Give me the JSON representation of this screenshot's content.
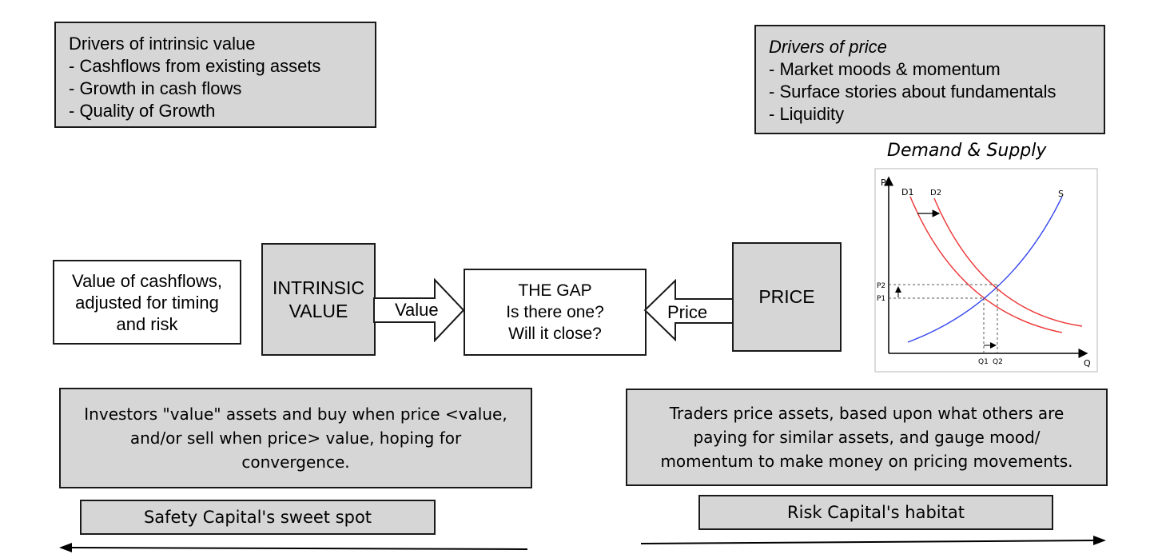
{
  "value_drivers": {
    "title": "Drivers of intrinsic value",
    "items": [
      "- Cashflows from existing assets",
      "- Growth in cash flows",
      "- Quality of Growth"
    ]
  },
  "price_drivers": {
    "title": "Drivers of price",
    "items": [
      "- Market moods & momentum",
      "- Surface stories about fundamentals",
      "- Liquidity"
    ]
  },
  "cashflow_box": {
    "lines": [
      "Value of cashflows,",
      "adjusted for timing",
      "and risk"
    ]
  },
  "intrinsic_box": {
    "lines": [
      "INTRINSIC",
      "VALUE"
    ]
  },
  "value_arrow": {
    "label": "Value"
  },
  "gap_box": {
    "lines": [
      "THE GAP",
      "Is there one?",
      "Will it close?"
    ]
  },
  "price_arrow": {
    "label": "Price"
  },
  "price_box": {
    "label": "PRICE"
  },
  "investors_box": {
    "lines": [
      "Investors \"value\" assets and buy when price <value,",
      "and/or sell when price> value,  hoping for",
      "convergence."
    ]
  },
  "traders_box": {
    "lines": [
      "Traders price assets, based upon what others are",
      "paying for similar assets, and gauge mood/",
      "momentum to make money on pricing movements."
    ]
  },
  "safety_box": {
    "label": "Safety Capital's sweet spot"
  },
  "risk_box": {
    "label": "Risk Capital's habitat"
  },
  "supply_demand": {
    "caption": "Demand & Supply",
    "axis_p": "P",
    "axis_q": "Q",
    "d1": "D1",
    "d2": "D2",
    "s": "S",
    "p1": "P1",
    "p2": "P2",
    "q1": "Q1",
    "q2": "Q2",
    "colors": {
      "demand": "#ee3333",
      "supply": "#3344ee"
    }
  }
}
